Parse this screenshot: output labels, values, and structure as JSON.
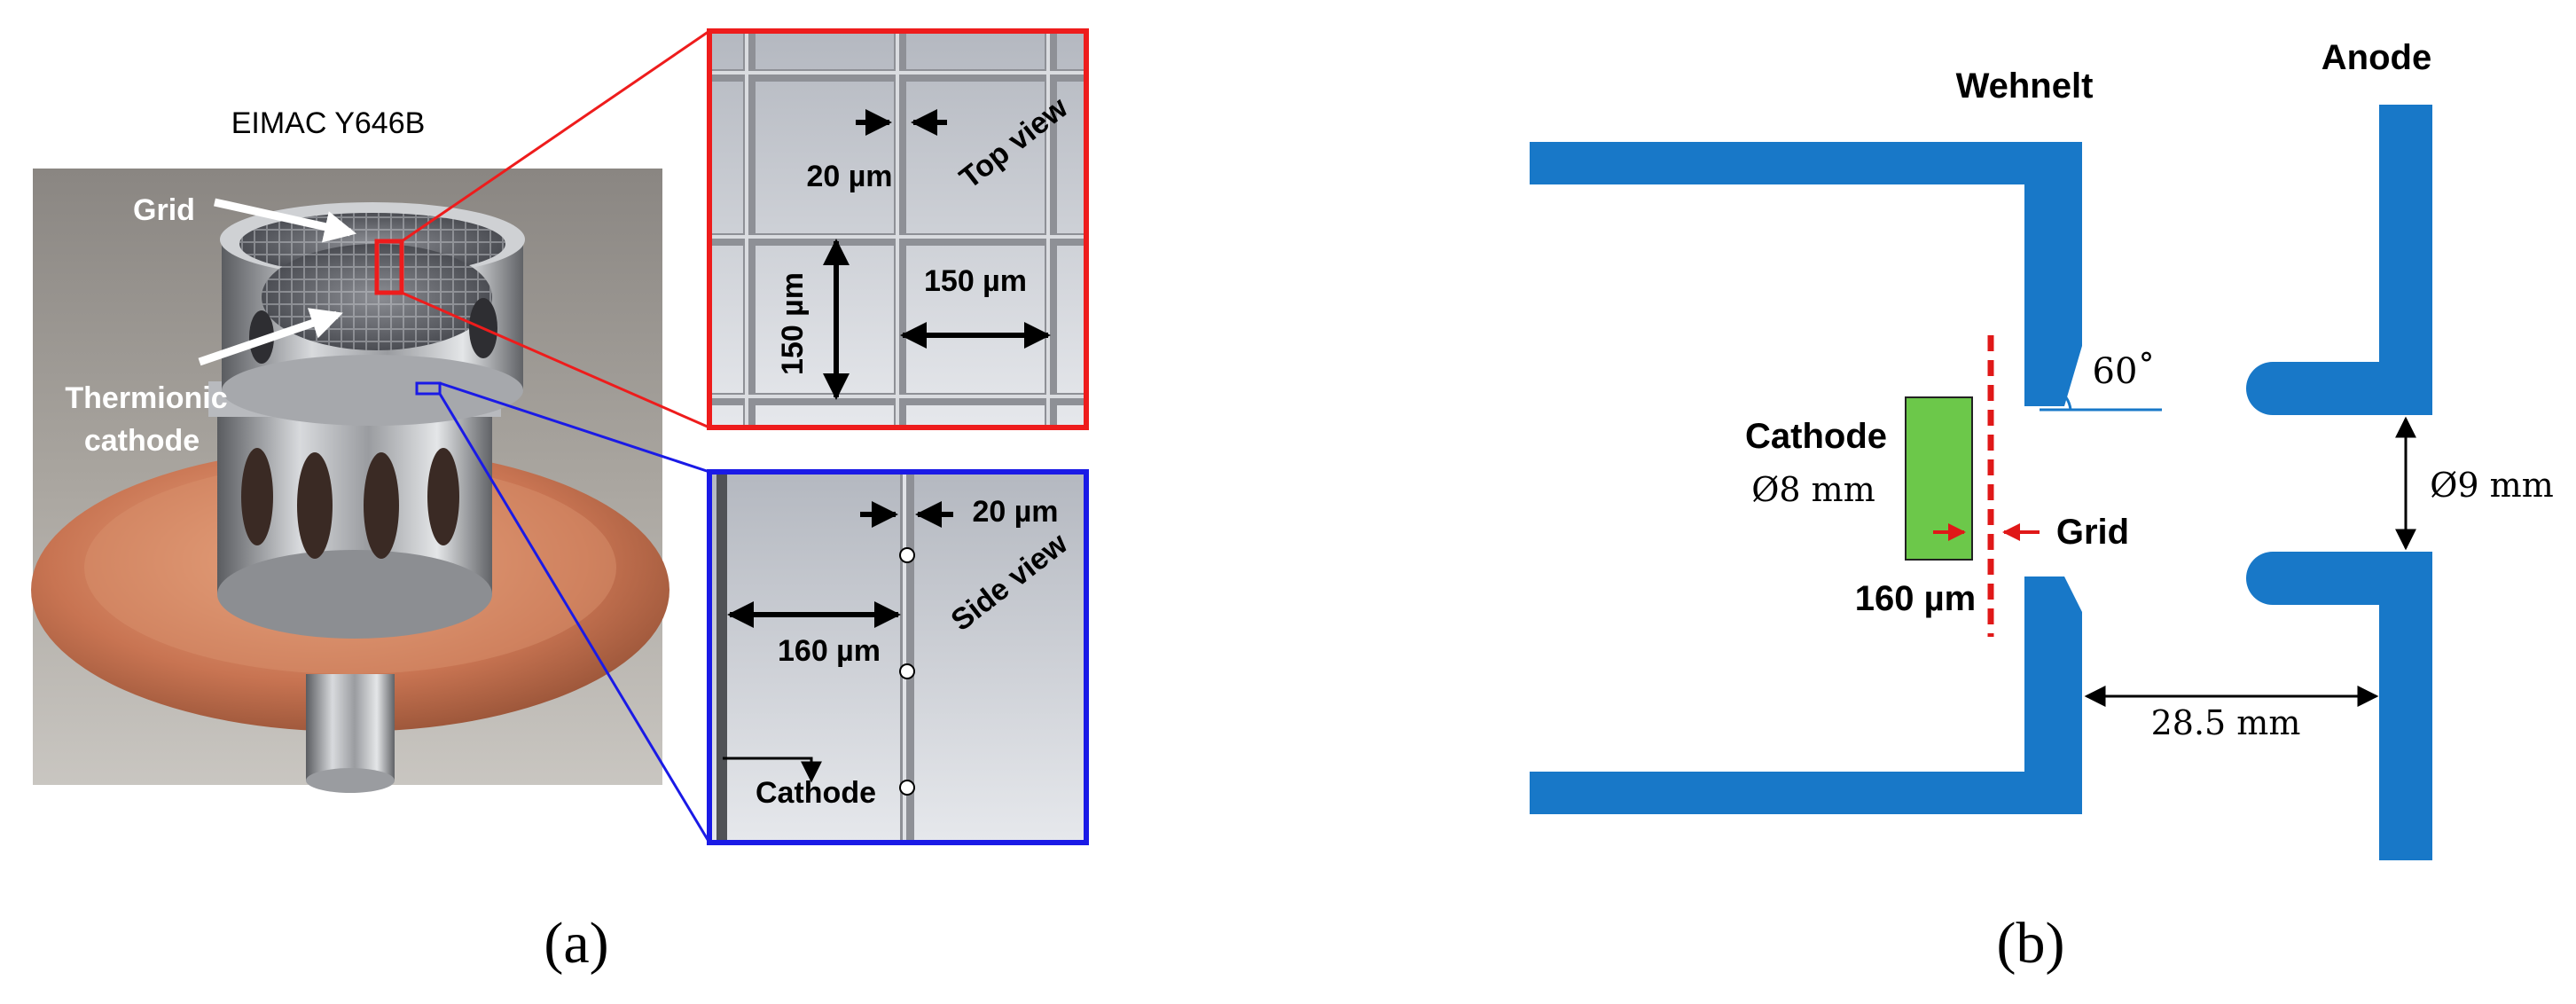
{
  "panel_a": {
    "photo_title": "EIMAC Y646B",
    "grid_label": "Grid",
    "thermionic_line1": "Thermionic",
    "thermionic_line2": "cathode",
    "top_view": {
      "view_label": "Top view",
      "wire_label": "20 µm",
      "pitch_h_label": "150 µm",
      "pitch_v_label": "150 µm"
    },
    "side_view": {
      "view_label": "Side view",
      "wire_label": "20 µm",
      "gap_label": "160 µm",
      "cathode_label": "Cathode"
    },
    "caption": "(a)"
  },
  "panel_b": {
    "wehnelt_label": "Wehnelt",
    "anode_label": "Anode",
    "angle_label": "60˚",
    "cathode_label": "Cathode",
    "cathode_diameter": "Ø8 mm",
    "grid_label": "Grid",
    "gap_label": "160 µm",
    "aperture_label": "Ø9 mm",
    "distance_label": "28.5 mm",
    "caption": "(b)"
  },
  "colors": {
    "electrode": "#1878c8",
    "cathode_fill": "#6cc84a",
    "grid_dash": "#e01818",
    "top_view_frame": "#ee1c1c",
    "side_view_frame": "#1a1ae6"
  }
}
